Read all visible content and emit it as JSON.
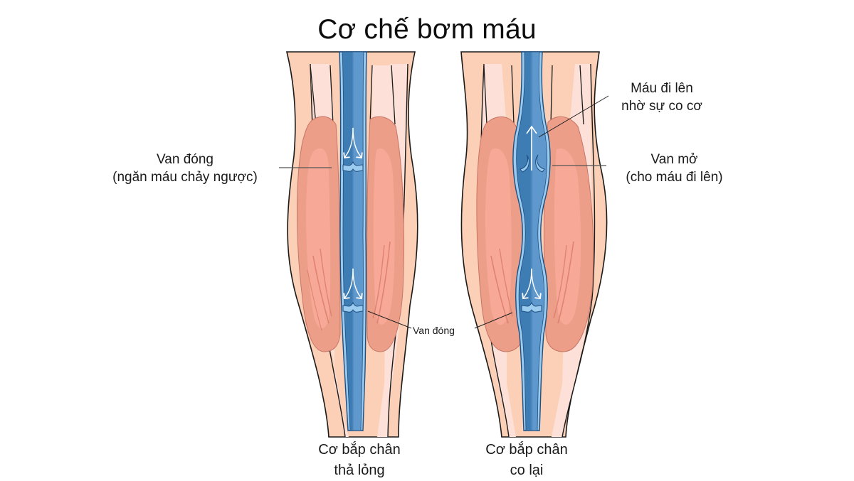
{
  "title": "Cơ chế bơm máu",
  "colors": {
    "skin": "#fbd0b6",
    "tendon": "#fde0d8",
    "muscle_outer": "#ec9e89",
    "muscle_inner": "#f9a999",
    "muscle_highlight": "#fbb5a8",
    "muscle_stripe": "#d9796a",
    "vein_dark": "#3e7cb4",
    "vein_mid": "#5a93c8",
    "vein_edge": "#9ccbf0",
    "outline": "#1a1a1a",
    "leader_line": "#555555"
  },
  "panels": [
    {
      "id": "relaxed",
      "caption_line1": "Cơ bắp chân",
      "caption_line2": "thả lỏng",
      "annotations": {
        "valve_top": {
          "line1": "Van đóng",
          "line2": "(ngăn máu chảy ngược)"
        },
        "valve_bottom": {
          "text": "Van đóng"
        }
      }
    },
    {
      "id": "contracted",
      "caption_line1": "Cơ bắp chân",
      "caption_line2": "co lại",
      "annotations": {
        "flow": {
          "line1": "Máu đi lên",
          "line2": "nhờ sự co cơ"
        },
        "valve_open": {
          "line1": "Van mở",
          "line2": "(cho máu đi lên)"
        }
      }
    }
  ],
  "icons": {
    "split_arrow": "down-split-arrow-icon",
    "up_arrow": "up-arrow-icon"
  }
}
